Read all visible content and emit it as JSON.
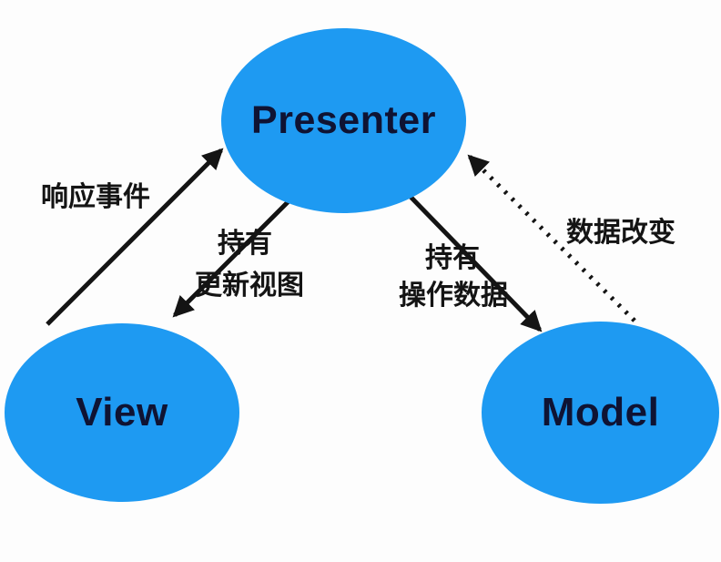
{
  "diagram": {
    "title": "MVP architecture diagram",
    "nodes": {
      "presenter": {
        "label": "Presenter"
      },
      "view": {
        "label": "View"
      },
      "model": {
        "label": "Model"
      }
    },
    "edges": {
      "view_to_presenter": {
        "label": "响应事件",
        "style": "solid",
        "direction": "View → Presenter"
      },
      "presenter_to_view": {
        "label_line1": "持有",
        "label_line2": "更新视图",
        "style": "solid",
        "direction": "Presenter → View"
      },
      "presenter_to_model": {
        "label_line1": "持有",
        "label_line2": "操作数据",
        "style": "solid",
        "direction": "Presenter → Model"
      },
      "model_to_presenter": {
        "label": "数据改变",
        "style": "dotted",
        "direction": "Model → Presenter"
      }
    },
    "colors": {
      "node_fill": "#1e9af2",
      "node_text": "#0f1333",
      "arrow": "#141414",
      "background": "#fdfdfd"
    }
  }
}
